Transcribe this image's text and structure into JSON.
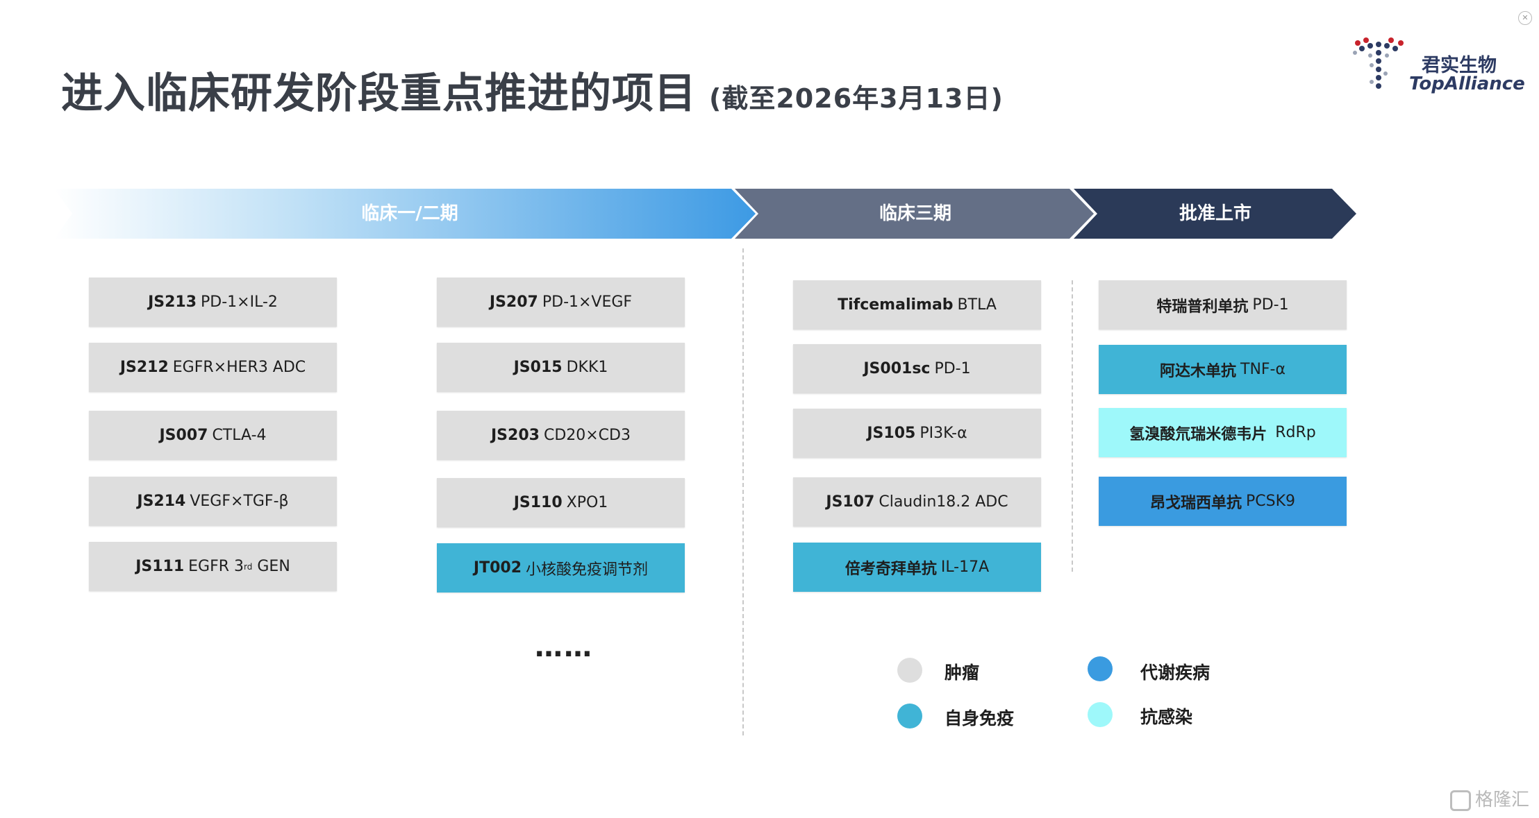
{
  "title": "进入临床研发阶段重点推进的项目",
  "subtitle": "(截至2026年3月13日)",
  "logo": {
    "name_cn": "君实生物",
    "name_en": "TopAlliance"
  },
  "stages": [
    {
      "label": "临床一/二期"
    },
    {
      "label": "临床三期"
    },
    {
      "label": "批准上市"
    }
  ],
  "columns": [
    [
      {
        "code": "JS213",
        "target": "PD-1×IL-2",
        "category": "tumor"
      },
      {
        "code": "JS212",
        "target": "EGFR×HER3 ADC",
        "category": "tumor"
      },
      {
        "code": "JS007",
        "target": "CTLA-4",
        "category": "tumor"
      },
      {
        "code": "JS214",
        "target": "VEGF×TGF-β",
        "category": "tumor"
      },
      {
        "code": "JS111",
        "target_pre": "EGFR 3",
        "target_sup": "rd",
        "target_post": " GEN",
        "category": "tumor"
      }
    ],
    [
      {
        "code": "JS207",
        "target": "PD-1×VEGF",
        "category": "tumor"
      },
      {
        "code": "JS015",
        "target": "DKK1",
        "category": "tumor"
      },
      {
        "code": "JS203",
        "target": "CD20×CD3",
        "category": "tumor"
      },
      {
        "code": "JS110",
        "target": "XPO1",
        "category": "tumor"
      },
      {
        "code": "JT002",
        "target": "小核酸免疫调节剂",
        "category": "autoimmune"
      }
    ],
    [
      {
        "code": "Tifcemalimab",
        "target": "BTLA",
        "category": "tumor"
      },
      {
        "code": "JS001sc",
        "target": "PD-1",
        "category": "tumor"
      },
      {
        "code": "JS105",
        "target": "PI3K-α",
        "category": "tumor"
      },
      {
        "code": "JS107",
        "target": "Claudin18.2 ADC",
        "category": "tumor"
      },
      {
        "code": "倍考奇拜单抗",
        "target": "IL-17A",
        "category": "autoimmune"
      }
    ],
    [
      {
        "code": "特瑞普利单抗",
        "target": "PD-1",
        "category": "tumor"
      },
      {
        "code": "阿达木单抗",
        "target": "TNF-α",
        "category": "autoimmune"
      },
      {
        "code": "氢溴酸氘瑞米德韦片",
        "target": "RdRp",
        "category": "anti-infection"
      },
      {
        "code": "昂戈瑞西单抗",
        "target": "PCSK9",
        "category": "metabolic"
      }
    ]
  ],
  "more": "……",
  "legend": [
    {
      "label": "肿瘤",
      "color": "#dedede"
    },
    {
      "label": "代谢疾病",
      "color": "#3a9be0"
    },
    {
      "label": "自身免疫",
      "color": "#40b4d6"
    },
    {
      "label": "抗感染",
      "color": "#9ef8fa"
    }
  ],
  "watermark": "格隆汇"
}
